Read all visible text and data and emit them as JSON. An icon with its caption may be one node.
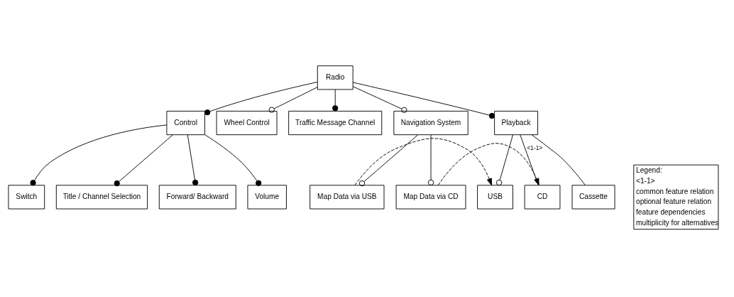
{
  "diagram": {
    "nodes": [
      {
        "text": [
          "Radio"
        ]
      },
      {
        "text": [
          "Control"
        ]
      },
      {
        "text": [
          "Switch"
        ]
      },
      {
        "text": [
          "Wheel Control"
        ]
      },
      {
        "text": [
          "Traffic Message Channel"
        ]
      },
      {
        "text": [
          "Navigation System"
        ]
      },
      {
        "text": [
          "Playback"
        ]
      },
      {
        "text": [
          "Title / Channel Selection"
        ]
      },
      {
        "text": [
          "Forward/ Backward"
        ]
      },
      {
        "text": [
          "Volume"
        ]
      },
      {
        "text": [
          "Map Data via USB"
        ]
      },
      {
        "text": [
          "USB"
        ]
      },
      {
        "text": [
          "CD"
        ]
      },
      {
        "text": [
          "Cassette"
        ]
      },
      {
        "text": [
          "Map Data via CD"
        ]
      }
    ],
    "edges": [
      {
        "from": 0,
        "to": 1,
        "arrow": "other"
      },
      {
        "from": 0,
        "to": 3,
        "arrow": "other"
      },
      {
        "from": 0,
        "to": 4,
        "arrow": "other"
      },
      {
        "from": 0,
        "to": 5,
        "arrow": "other"
      },
      {
        "from": 0,
        "to": 6,
        "arrow": "other"
      },
      {
        "from": 1,
        "to": 2,
        "arrow": "other"
      },
      {
        "from": 1,
        "to": 7,
        "arrow": "other"
      },
      {
        "from": 1,
        "to": 8,
        "arrow": "other"
      },
      {
        "from": 1,
        "to": 9,
        "arrow": "other"
      },
      {
        "from": 5,
        "to": 10,
        "arrow": "other"
      },
      {
        "from": 5,
        "to": 14,
        "arrow": "other"
      },
      {
        "from": 6,
        "to": 11,
        "arrow": "other"
      },
      {
        "from": 6,
        "to": 12,
        "arrow": "none",
        "label": "<1-1>"
      },
      {
        "from": 6,
        "to": 13,
        "arrow": "none"
      },
      {
        "from": 10,
        "to": 11,
        "arrow": "to",
        "style": "dashed"
      },
      {
        "from": 14,
        "to": 12,
        "arrow": "to",
        "style": "dashed"
      }
    ],
    "labels": [
      "Legend:",
      "<1-1>"
    ],
    "legend": [
      {
        "text": "common feature relation"
      },
      {
        "text": "optional feature relation"
      },
      {
        "text": "feature dependencies"
      },
      {
        "text": "multiplicity for alternatives"
      }
    ]
  }
}
